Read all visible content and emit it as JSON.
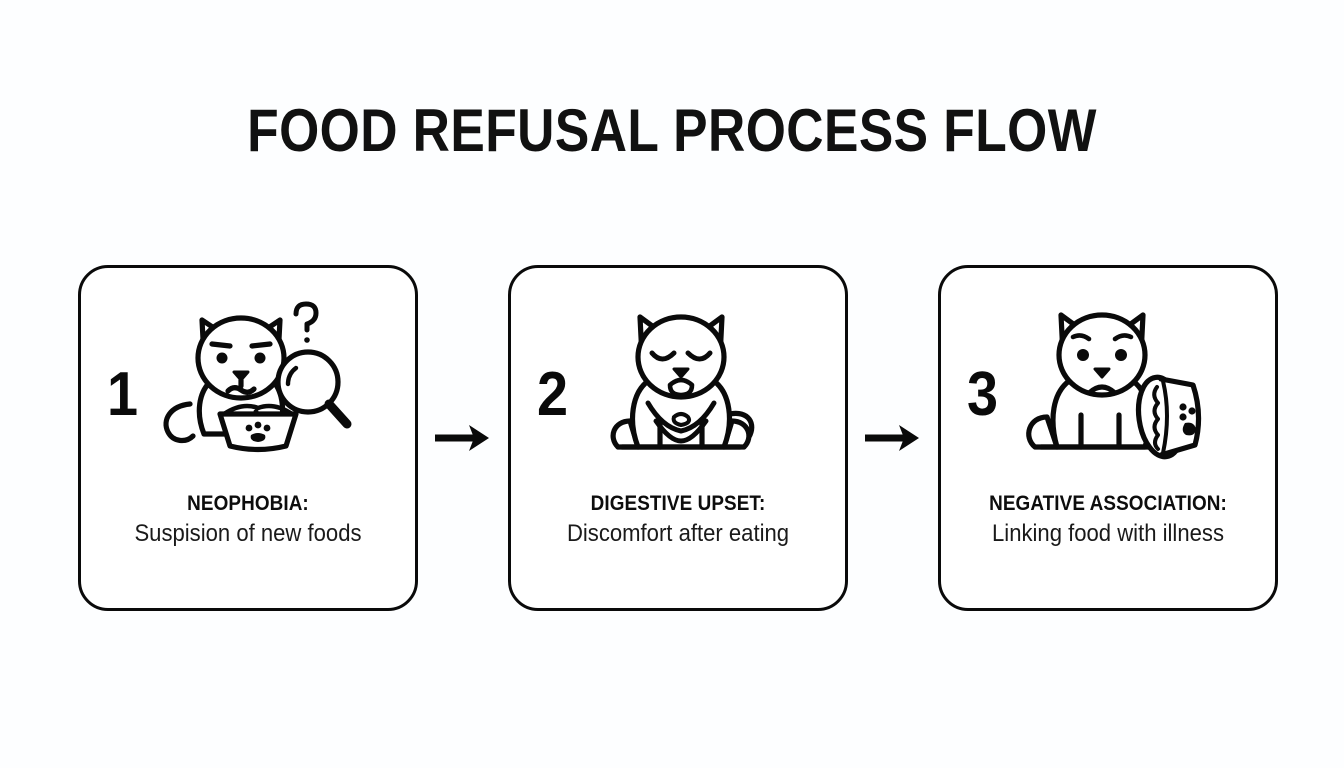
{
  "page": {
    "title": "FOOD REFUSAL PROCESS FLOW",
    "background_color": "#fdfeff",
    "ink_color": "#0a0a0a"
  },
  "flow": {
    "connector_icon": "arrow-right-icon",
    "connector_glyph": "→",
    "steps": [
      {
        "number": "1",
        "icon": "suspicious-dog-with-bowl-and-magnifier-icon",
        "title": "NEOPHOBIA:",
        "description": "Suspision of new foods"
      },
      {
        "number": "2",
        "icon": "sick-dog-holding-belly-icon",
        "title": "DIGESTIVE UPSET:",
        "description": "Discomfort after eating"
      },
      {
        "number": "3",
        "icon": "sad-dog-with-tipped-bowl-icon",
        "title": "NEGATIVE ASSOCIATION:",
        "description": "Linking food with illness"
      }
    ]
  }
}
